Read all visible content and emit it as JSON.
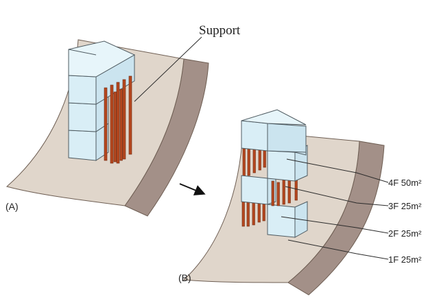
{
  "labels": {
    "support": "Support",
    "panel_a": "(A)",
    "panel_b": "(B)"
  },
  "floors": [
    {
      "name": "4F",
      "area": "50m²",
      "text": "4F 50m²"
    },
    {
      "name": "3F",
      "area": "25m²",
      "text": "3F 25m²"
    },
    {
      "name": "2F",
      "area": "25m²",
      "text": "2F 25m²"
    },
    {
      "name": "1F",
      "area": "25m²",
      "text": "1F 25m²"
    }
  ],
  "colors": {
    "ground_top": "#e0d6cb",
    "ground_side": "#a39088",
    "box": "#d9eef6",
    "support_pillar": "#b5471f"
  },
  "icons": {
    "arrow": "arrow-right-icon"
  }
}
